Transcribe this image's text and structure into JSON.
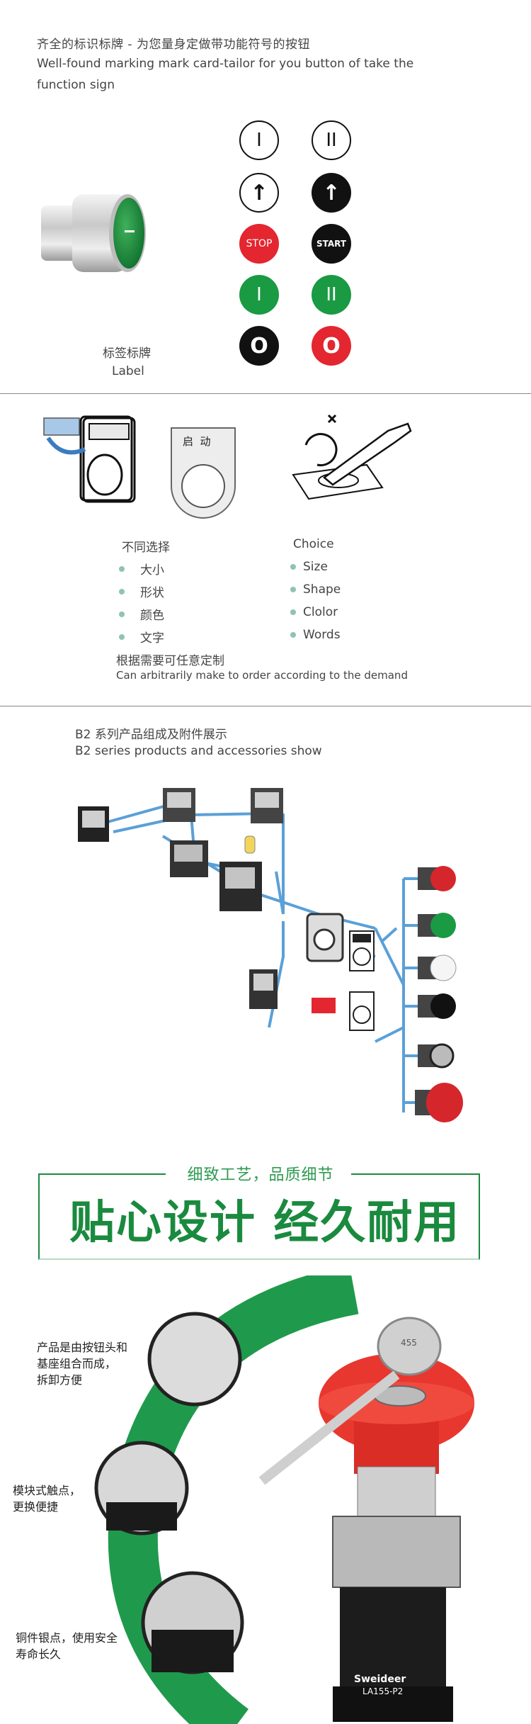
{
  "section1": {
    "title_cn": "齐全的标识标牌 - 为您量身定做带功能符号的按钮",
    "title_en_line1": "Well-found marking mark card-tailor for you button of take the",
    "title_en_line2": "function sign",
    "label_cn": "标签标牌",
    "label_en": "Label",
    "symbols": [
      {
        "text": "I",
        "style": "outline"
      },
      {
        "text": "II",
        "style": "outline"
      },
      {
        "text": "↑",
        "style": "outline"
      },
      {
        "text": "↑",
        "style": "black"
      },
      {
        "text": "STOP",
        "style": "red"
      },
      {
        "text": "START",
        "style": "black"
      },
      {
        "text": "I",
        "style": "green"
      },
      {
        "text": "II",
        "style": "green"
      },
      {
        "text": "O",
        "style": "black-ring"
      },
      {
        "text": "O",
        "style": "red-ring"
      }
    ]
  },
  "section2": {
    "plate_text": "启  动",
    "left_heading": "不同选择",
    "right_heading": "Choice",
    "left_items": [
      "大小",
      "形状",
      "颜色",
      "文字"
    ],
    "right_items": [
      "Size",
      "Shape",
      "Clolor",
      "Words"
    ],
    "note_cn": "根据需要可任意定制",
    "note_en": "Can arbitrarily make to order according to the demand"
  },
  "section3": {
    "title_cn": "B2 系列产品组成及附件展示",
    "title_en": "B2 series products and accessories show"
  },
  "section4": {
    "subtitle": "细致工艺，品质细节",
    "headline": "贴心设计 经久耐用",
    "callouts": [
      "产品是由按钮头和\n基座组合而成，\n拆卸方便",
      "模块式触点，\n更换便捷",
      "铜件银点，使用安全\n寿命长久"
    ],
    "brand": "Sweideer",
    "model": "LA155-P2",
    "key_number": "455"
  },
  "colors": {
    "accent_green": "#1a8a3e",
    "red": "#e3262f",
    "line_blue": "#5aa0d8",
    "dot_teal": "#8fc3b2"
  }
}
